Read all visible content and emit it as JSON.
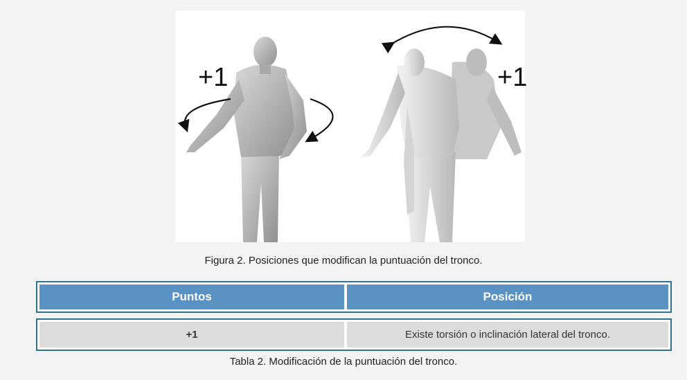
{
  "figure": {
    "left_score": "+1",
    "right_score": "+1",
    "caption": "Figura 2. Posiciones que modifican la puntuación del tronco."
  },
  "table": {
    "headers": [
      "Puntos",
      "Posición"
    ],
    "rows": [
      {
        "puntos": "+1",
        "posicion": "Existe torsión o inclinación lateral del tronco."
      }
    ],
    "caption": "Tabla 2. Modificación de la puntuación del tronco."
  }
}
